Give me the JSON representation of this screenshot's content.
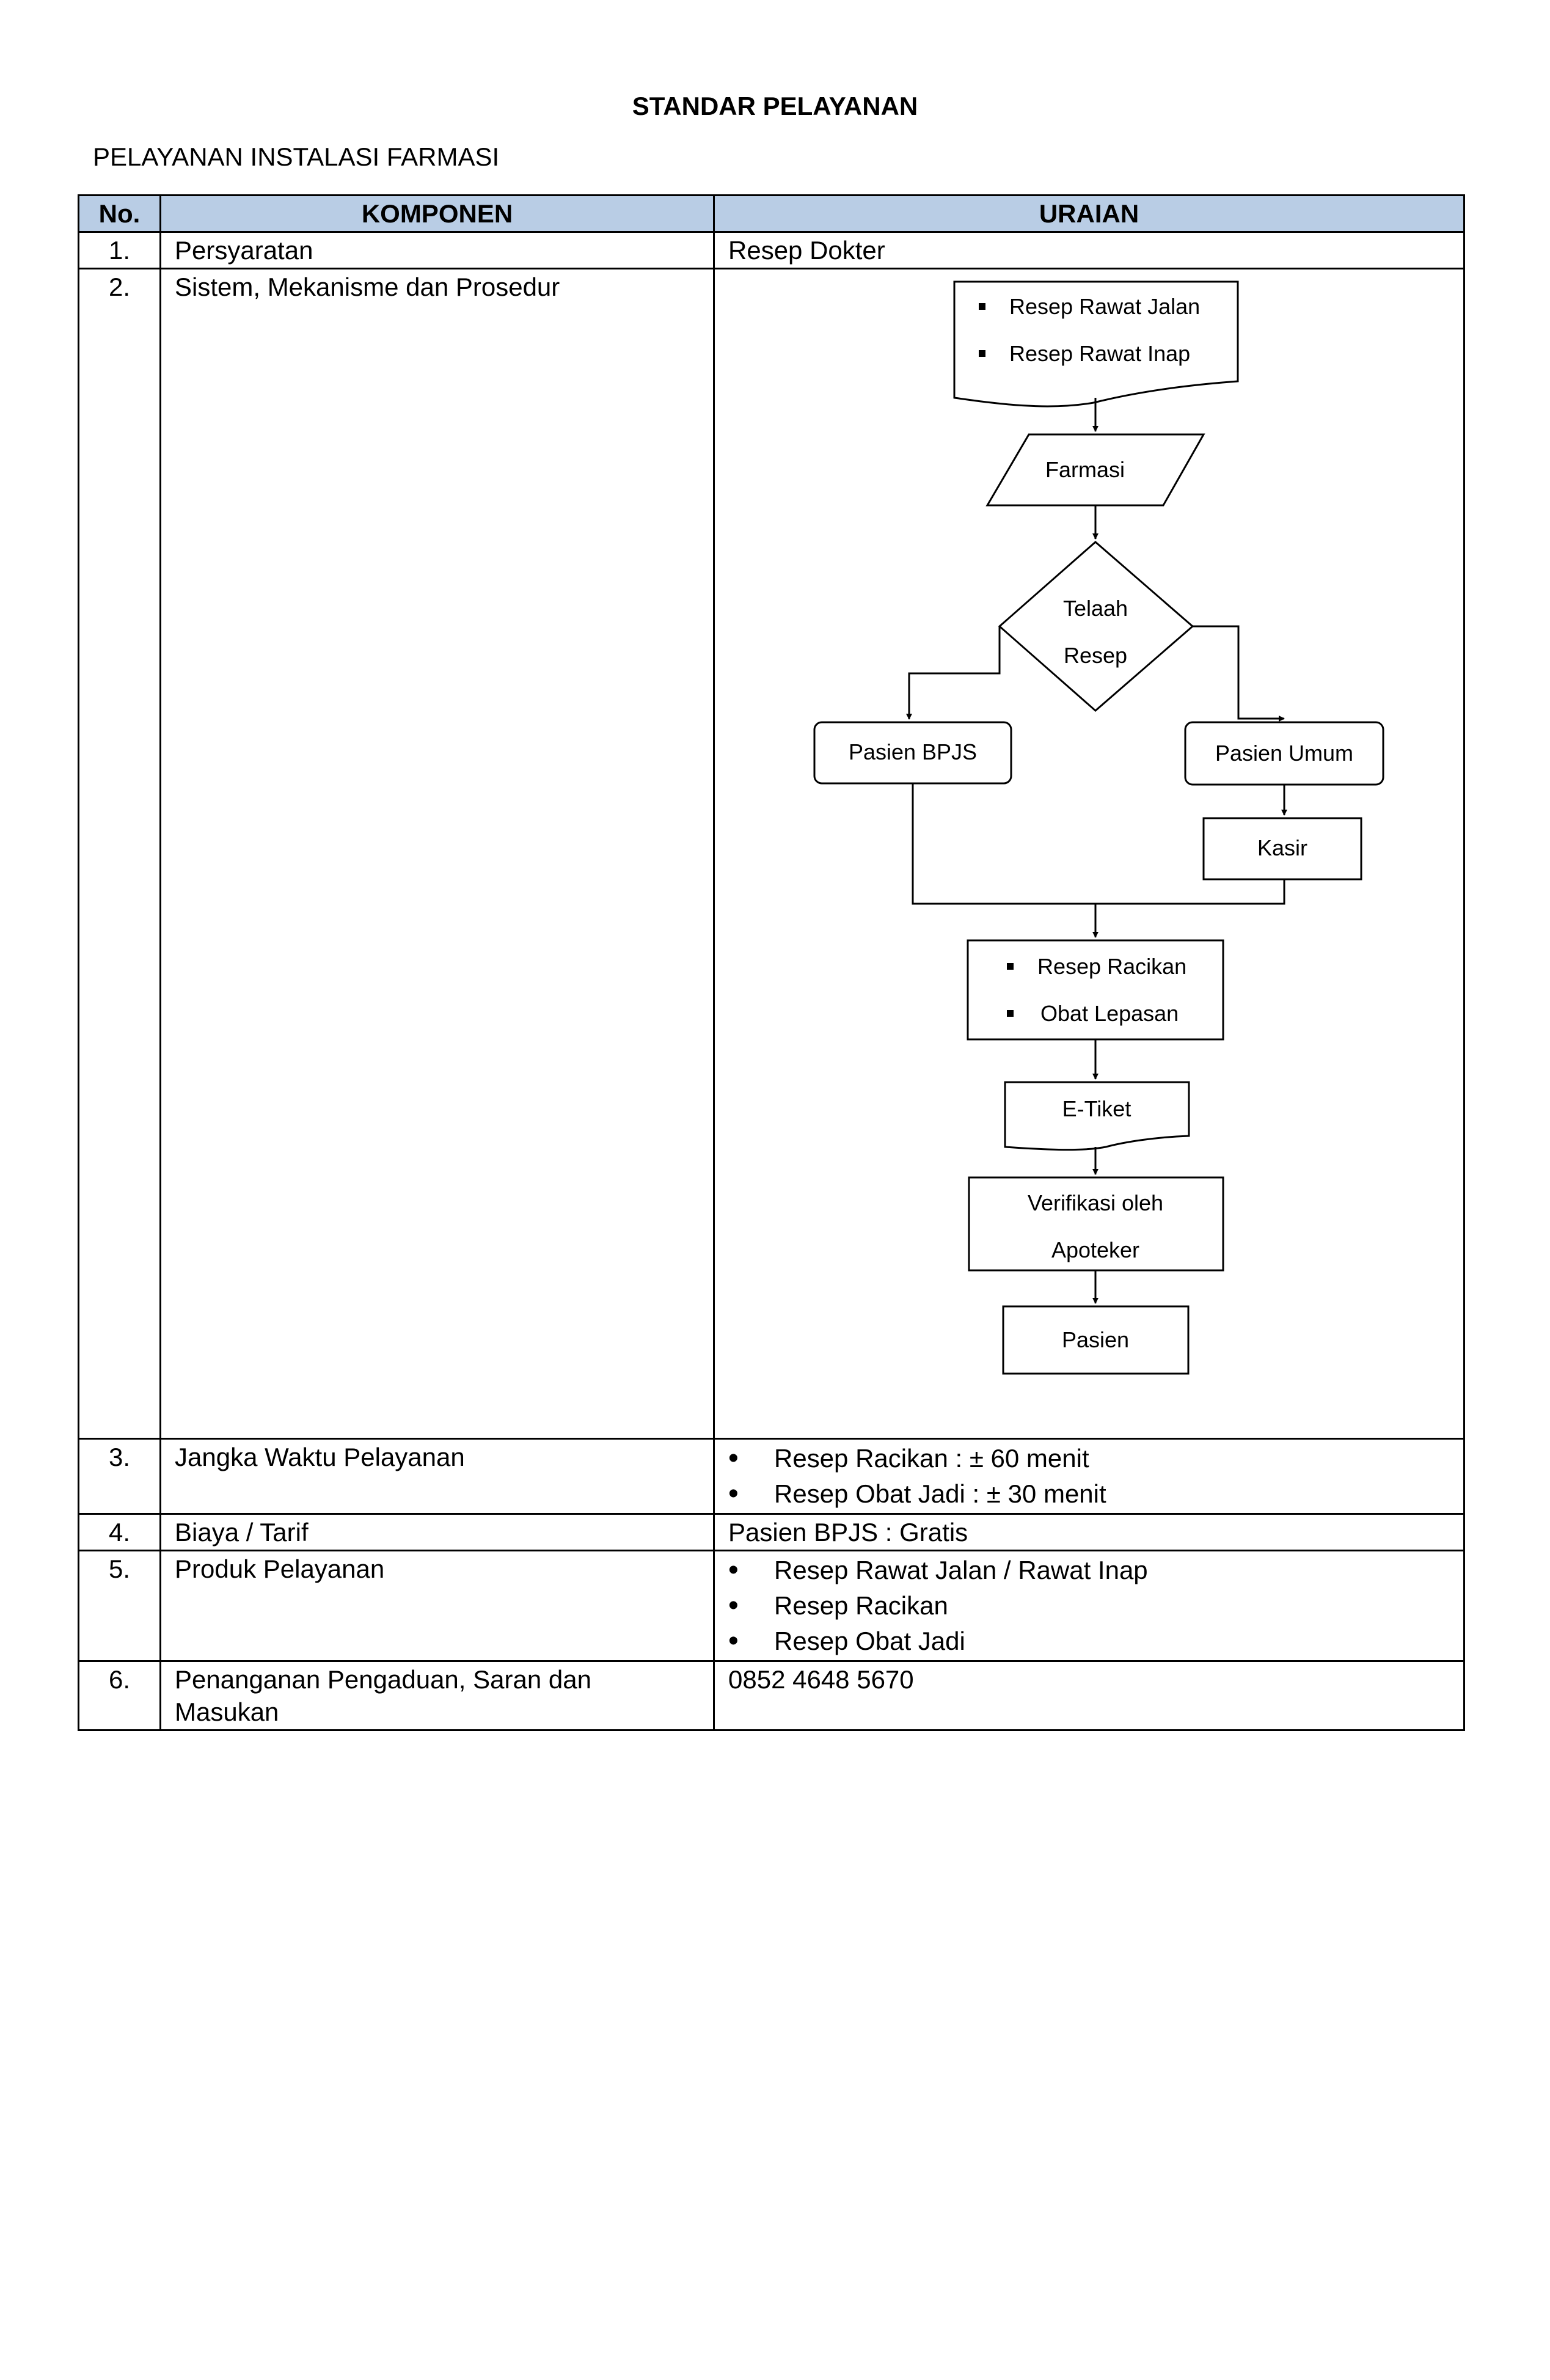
{
  "title": "STANDAR PELAYANAN",
  "subtitle": "PELAYANAN INSTALASI FARMASI",
  "table": {
    "headers": {
      "no": "No.",
      "komponen": "KOMPONEN",
      "uraian": "URAIAN"
    },
    "rows": [
      {
        "no": "1.",
        "komponen": "Persyaratan",
        "uraian": "Resep Dokter"
      },
      {
        "no": "2.",
        "komponen": "Sistem, Mekanisme dan Prosedur"
      },
      {
        "no": "3.",
        "komponen": "Jangka Waktu Pelayanan",
        "items": [
          "Resep Racikan : ± 60 menit",
          "Resep Obat Jadi : ± 30 menit"
        ]
      },
      {
        "no": "4.",
        "komponen": "Biaya / Tarif",
        "uraian": "Pasien BPJS : Gratis"
      },
      {
        "no": "5.",
        "komponen": "Produk Pelayanan",
        "items": [
          "Resep Rawat Jalan / Rawat Inap",
          "Resep Racikan",
          "Resep Obat Jadi"
        ]
      },
      {
        "no": "6.",
        "komponen": "Penanganan Pengaduan, Saran dan Masukan",
        "uraian": "0852 4648 5670"
      }
    ]
  },
  "flowchart": {
    "resep_items": [
      "Resep Rawat Jalan",
      "Resep Rawat Inap"
    ],
    "farmasi": "Farmasi",
    "telaah": [
      "Telaah",
      "Resep"
    ],
    "pasien_bpjs": "Pasien BPJS",
    "pasien_umum": "Pasien Umum",
    "kasir": "Kasir",
    "racikan_items": [
      "Resep Racikan",
      "Obat Lepasan"
    ],
    "etiket": "E-Tiket",
    "verifikasi": [
      "Verifikasi oleh",
      "Apoteker"
    ],
    "pasien": "Pasien"
  }
}
